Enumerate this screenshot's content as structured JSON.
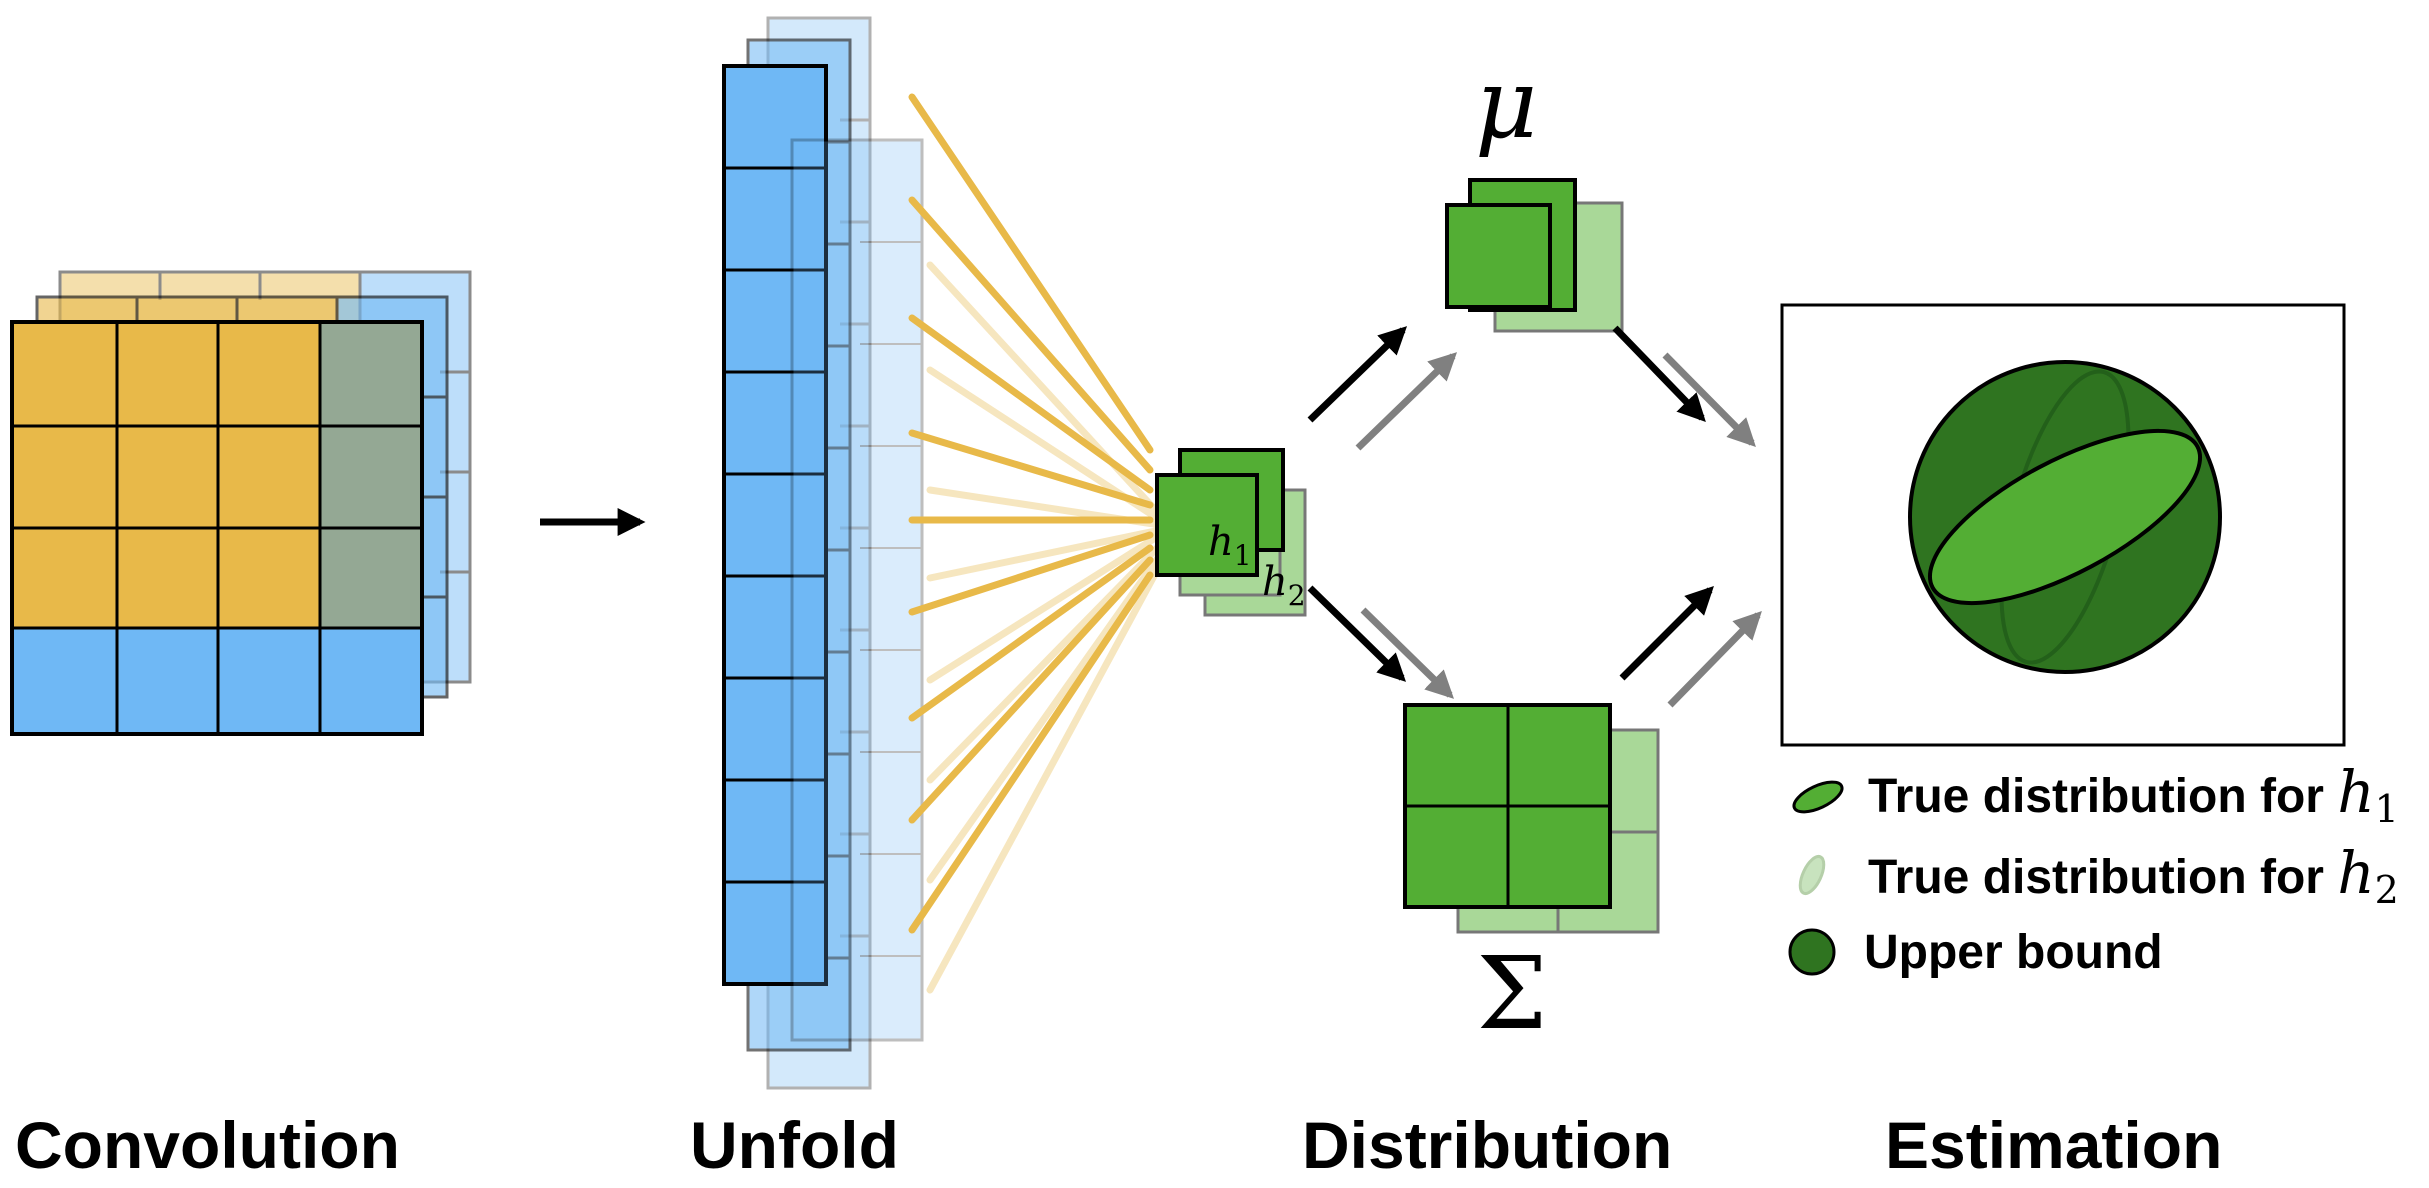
{
  "stages": {
    "convolution": "Convolution",
    "unfold": "Unfold",
    "distribution": "Distribution",
    "estimation": "Estimation"
  },
  "symbols": {
    "mu": "μ",
    "sigma": "Σ",
    "h": "h",
    "sub1": "1",
    "sub2": "2"
  },
  "legend": {
    "h1_text": "True distribution for ",
    "h2_text": "True distribution for ",
    "upper_text": "Upper bound"
  },
  "colors": {
    "yellow": "#E8B949",
    "blue": "#6FB8F5",
    "green": "#53AE34",
    "light_green": "#A9D898",
    "dark_green": "#2F7420",
    "gray_cell": "#94A894",
    "arrow_gray": "#808080"
  }
}
